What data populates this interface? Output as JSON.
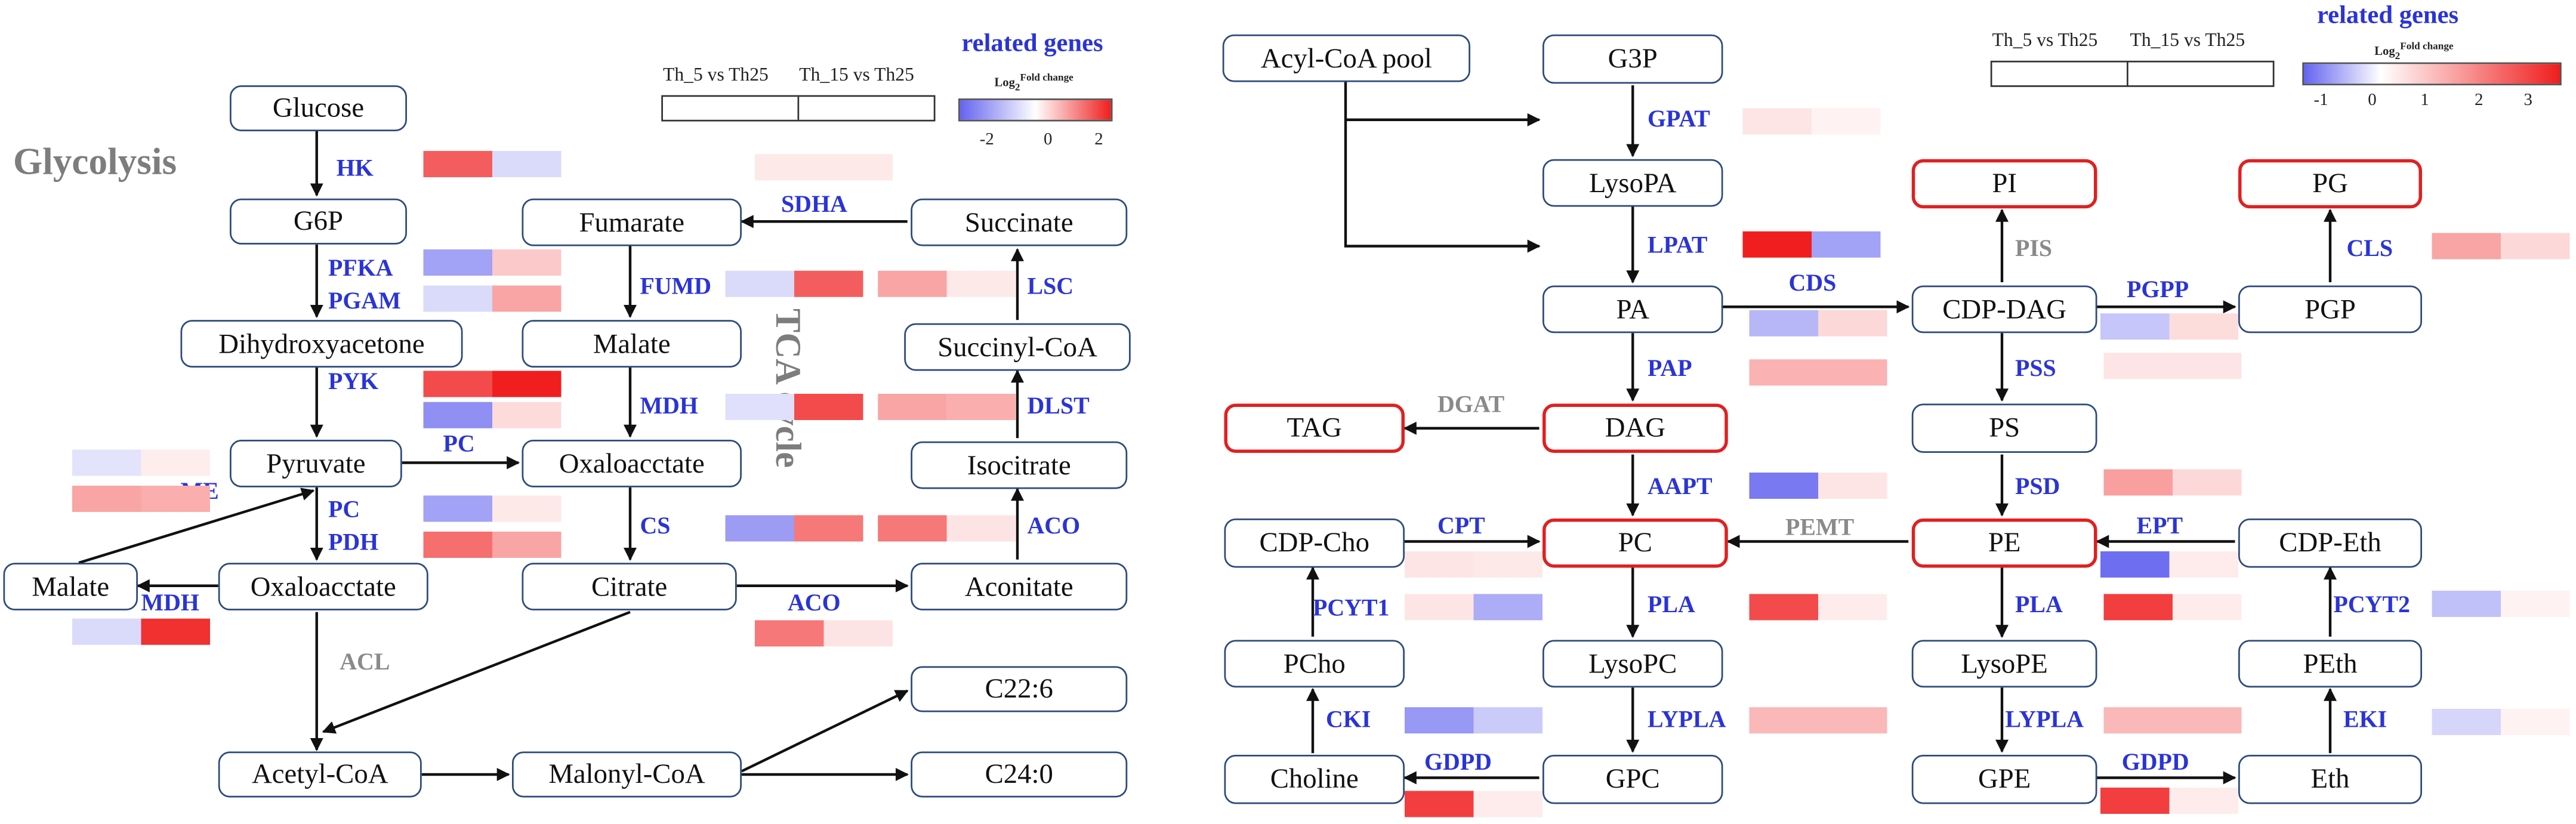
{
  "left": {
    "labels": {
      "glycolysis": "Glycolysis",
      "tca": "TCA cycle"
    },
    "legend": {
      "col1": "Th_5 vs Th25",
      "col2": "Th_15 vs Th25"
    },
    "colorbar": {
      "title": "related genes",
      "subtitle_main": "Log",
      "subtitle_sub": "2",
      "subtitle_sup": "Fold change",
      "ticks": [
        "-2",
        "0",
        "2"
      ],
      "range": [
        -2.5,
        2.5
      ]
    },
    "nodes": {
      "glucose": "Glucose",
      "g6p": "G6P",
      "dihydroxy": "Dihydroxyacetone",
      "pyruvate": "Pyruvate",
      "oxaloacetate_l": "Oxaloacctate",
      "malate_l": "Malate",
      "acetylcoa": "Acetyl-CoA",
      "malonylcoa": "Malonyl-CoA",
      "c226": "C22:6",
      "c240": "C24:0",
      "fumarate": "Fumarate",
      "malate_m": "Malate",
      "oxaloacetate_m": "Oxaloacctate",
      "citrate": "Citrate",
      "succinate": "Succinate",
      "succinylcoa": "Succinyl-CoA",
      "isocitrate": "Isocitrate",
      "aconitate": "Aconitate"
    },
    "enzymes": {
      "hk": "HK",
      "pfka": "PFKA",
      "pgam": "PGAM",
      "pyk": "PYK",
      "pc1": "PC",
      "pc2": "PC",
      "pdh": "PDH",
      "me": "ME",
      "mdh1": "MDH",
      "acl": "ACL",
      "sdha": "SDHA",
      "fumd": "FUMD",
      "mdh2": "MDH",
      "cs": "CS",
      "aco1": "ACO",
      "lsc": "LSC",
      "dlst": "DLST",
      "aco2": "ACO"
    },
    "heatmap": {
      "hk": [
        1.8,
        -0.6
      ],
      "sdha": [
        0.25,
        0.25
      ],
      "pfka": [
        -1.5,
        0.6
      ],
      "pgam": [
        -0.6,
        1.0
      ],
      "fumd": [
        -0.6,
        1.8
      ],
      "lsc": [
        1.0,
        0.25
      ],
      "pyk": [
        2.0,
        2.6
      ],
      "pyk2": [
        -1.8,
        0.4
      ],
      "mdh2": [
        -0.5,
        2.0
      ],
      "dlst": [
        1.0,
        0.9
      ],
      "extra1": [
        -0.45,
        0.2
      ],
      "extra2": [
        1.0,
        0.9
      ],
      "pc": [
        -1.5,
        0.25
      ],
      "pdh": [
        1.6,
        1.0
      ],
      "cs": [
        -1.6,
        1.5
      ],
      "aco1": [
        1.5,
        0.3
      ],
      "mdh1": [
        -0.6,
        2.3
      ],
      "aco2": [
        1.5,
        0.3
      ]
    }
  },
  "right": {
    "legend": {
      "col1": "Th_5 vs Th25",
      "col2": "Th_15 vs Th25"
    },
    "colorbar": {
      "title": "related genes",
      "subtitle_main": "Log",
      "subtitle_sub": "2",
      "subtitle_sup": "Fold change",
      "ticks": [
        "-1",
        "0",
        "1",
        "2",
        "3"
      ],
      "range": [
        -1.5,
        3.5
      ]
    },
    "nodes": {
      "acylcoa": "Acyl-CoA pool",
      "g3p": "G3P",
      "lysopa": "LysoPA",
      "pa": "PA",
      "dag": "DAG",
      "tag": "TAG",
      "pc": "PC",
      "cdpcho": "CDP-Cho",
      "pcho": "PCho",
      "choline": "Choline",
      "lysopc": "LysoPC",
      "gpc": "GPC",
      "pi": "PI",
      "cdpdag": "CDP-DAG",
      "ps": "PS",
      "pe": "PE",
      "lysope": "LysoPE",
      "gpe": "GPE",
      "pg": "PG",
      "pgp": "PGP",
      "cdpeth": "CDP-Eth",
      "peth": "PEth",
      "eth": "Eth"
    },
    "enzymes": {
      "gpat": "GPAT",
      "lpat": "LPAT",
      "pap": "PAP",
      "dgat": "DGAT",
      "aapt": "AAPT",
      "cpt": "CPT",
      "pcyt1": "PCYT1",
      "cki": "CKI",
      "gdpd1": "GDPD",
      "pla1": "PLA",
      "lypla1": "LYPLA",
      "pemt": "PEMT",
      "cds": "CDS",
      "pis": "PIS",
      "pss": "PSS",
      "psd": "PSD",
      "pla2": "PLA",
      "lypla2": "LYPLA",
      "gdpd2": "GDPD",
      "pgpp": "PGPP",
      "cls": "CLS",
      "ept": "EPT",
      "pcyt2": "PCYT2",
      "eki": "EKI"
    },
    "heatmap": {
      "gpat": [
        0.4,
        0.2
      ],
      "lpat": [
        3.5,
        -0.9
      ],
      "cds": [
        -0.7,
        0.6
      ],
      "pgpp": [
        -0.55,
        0.55
      ],
      "cls": [
        1.4,
        0.6
      ],
      "pap": [
        1.2,
        1.2
      ],
      "pss": [
        0.4,
        0.4
      ],
      "aapt": [
        -1.3,
        0.4
      ],
      "psd": [
        1.5,
        0.6
      ],
      "cpt": [
        0.4,
        0.35
      ],
      "ept": [
        -1.4,
        0.3
      ],
      "pcyt1": [
        0.4,
        -0.8
      ],
      "pcyt2": [
        -0.6,
        0.2
      ],
      "pla1": [
        2.8,
        0.3
      ],
      "pla2": [
        3.0,
        0.3
      ],
      "cki": [
        -1.0,
        -0.5
      ],
      "lypla1": [
        1.1,
        1.1
      ],
      "lypla2": [
        1.1,
        1.1
      ],
      "eki": [
        -0.4,
        0.2
      ],
      "gdpd1": [
        3.0,
        0.3
      ],
      "gdpd2": [
        3.0,
        0.3
      ]
    }
  },
  "colors": {
    "node_border": "#2c4a7c",
    "highlight_border": "#e02020",
    "enzyme": "#2a34d6",
    "inactive_enzyme": "#8a8a8a",
    "negative": "#6464f0",
    "positive": "#f01e1e"
  }
}
